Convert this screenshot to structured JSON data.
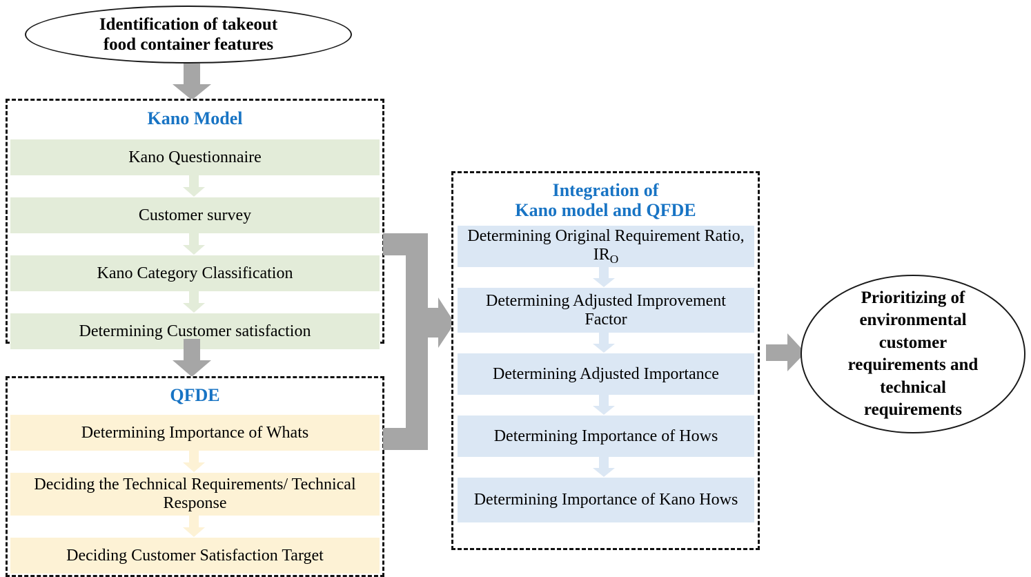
{
  "colors": {
    "accent_blue": "#1874c4",
    "kano_step_fill": "#e3ecd9",
    "qfde_step_fill": "#fdf2d5",
    "integration_step_fill": "#dbe7f4",
    "connector_gray": "#a6a6a6",
    "outline_black": "#111111"
  },
  "start_node": {
    "line1": "Identification of takeout",
    "line2": "food container features"
  },
  "kano_group": {
    "title": "Kano Model",
    "steps": [
      {
        "label": "Kano Questionnaire"
      },
      {
        "label": "Customer survey"
      },
      {
        "label": "Kano Category Classification"
      },
      {
        "label": "Determining Customer satisfaction"
      }
    ]
  },
  "qfde_group": {
    "title": "QFDE",
    "steps": [
      {
        "label": "Determining Importance of Whats"
      },
      {
        "label": "Deciding the Technical Requirements/ Technical Response"
      },
      {
        "label": "Deciding Customer Satisfaction Target"
      }
    ]
  },
  "integration_group": {
    "title_line1": "Integration of",
    "title_line2": "Kano model and QFDE",
    "steps": [
      {
        "label": "Determining Original Requirement Ratio, IR",
        "subscript": "O"
      },
      {
        "label": "Determining Adjusted Improvement Factor",
        "subscript": ""
      },
      {
        "label": "Determining Adjusted Importance",
        "subscript": ""
      },
      {
        "label": "Determining Importance of Hows",
        "subscript": ""
      },
      {
        "label": "Determining Importance of Kano Hows",
        "subscript": ""
      }
    ]
  },
  "end_node": {
    "line1": "Prioritizing of",
    "line2": "environmental",
    "line3": "customer",
    "line4": "requirements and",
    "line5": "technical",
    "line6": "requirements"
  },
  "connectors": {
    "start_to_kano": "down-arrow-icon",
    "kano_to_qfde": "down-arrow-icon",
    "kano_qfde_to_integration": "bracket-right-arrow-icon",
    "integration_to_end": "right-arrow-icon"
  }
}
